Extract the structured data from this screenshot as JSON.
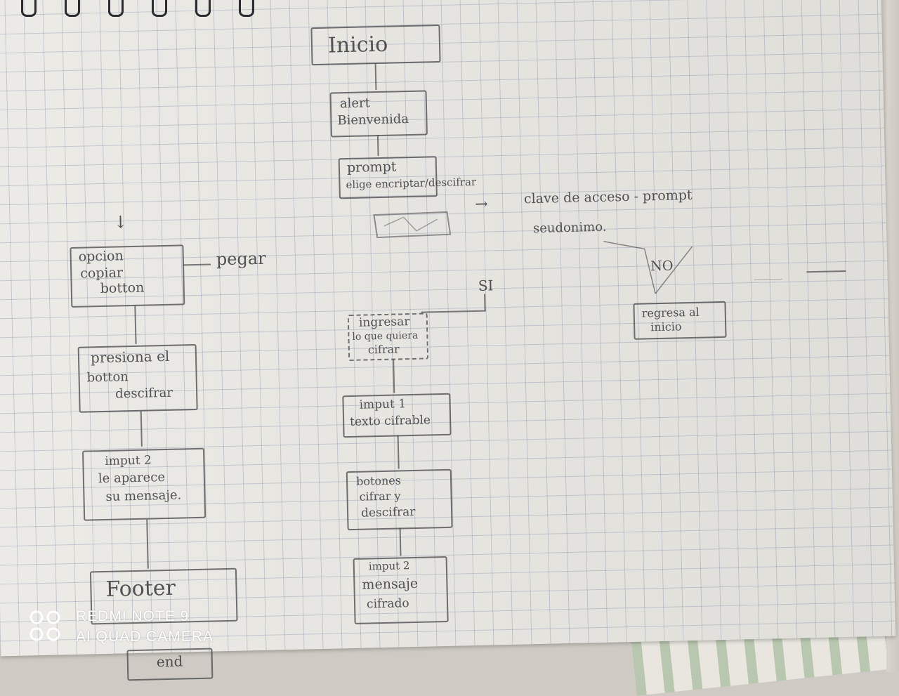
{
  "notebook": {
    "flow_center": {
      "inicio": "Inicio",
      "alert": [
        "alert",
        "Bienvenida"
      ],
      "prompt": [
        "prompt",
        "elige encriptar/descifrar"
      ],
      "clave": "clave de acceso - prompt",
      "seudonimo": "seudonimo.",
      "si": "SI",
      "no": "NO",
      "regresa": [
        "regresa al",
        "inicio"
      ],
      "ingresar": [
        "ingresar",
        "lo que quiera",
        "cifrar"
      ],
      "input1": [
        "imput 1",
        "texto cifrable"
      ],
      "botones": [
        "botones",
        "cifrar y",
        "descifrar"
      ],
      "input2": [
        "imput 2",
        "mensaje",
        "cifrado"
      ]
    },
    "flow_left": {
      "opcion": [
        "opcion",
        "copiar",
        "botton"
      ],
      "pegar": "pegar",
      "presiona": [
        "presiona el",
        "botton",
        "descifrar"
      ],
      "input2b": [
        "imput 2",
        "le aparece",
        "su mensaje."
      ],
      "footer": "Footer",
      "end": "end"
    }
  },
  "watermark": {
    "line1": "REDMI NOTE 9",
    "line2": "AI QUAD CAMERA"
  }
}
